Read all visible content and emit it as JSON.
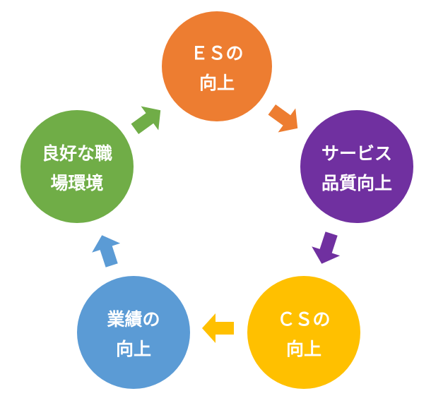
{
  "nodes": [
    {
      "id": "es",
      "lines": [
        "ＥＳの",
        "向上"
      ],
      "color": "#ED7D31"
    },
    {
      "id": "service",
      "lines": [
        "サービス",
        "品質向上"
      ],
      "color": "#7030A0"
    },
    {
      "id": "cs",
      "lines": [
        "ＣＳの",
        "向上"
      ],
      "color": "#FFC000"
    },
    {
      "id": "results",
      "lines": [
        "業績の",
        "向上"
      ],
      "color": "#5B9BD5"
    },
    {
      "id": "environment",
      "lines": [
        "良好な職",
        "場環境"
      ],
      "color": "#70AD47"
    }
  ],
  "arrows": [
    {
      "from": "es",
      "to": "service",
      "color": "#ED7D31"
    },
    {
      "from": "service",
      "to": "cs",
      "color": "#7030A0"
    },
    {
      "from": "cs",
      "to": "results",
      "color": "#FFC000"
    },
    {
      "from": "results",
      "to": "environment",
      "color": "#5B9BD5"
    },
    {
      "from": "environment",
      "to": "es",
      "color": "#70AD47"
    }
  ]
}
